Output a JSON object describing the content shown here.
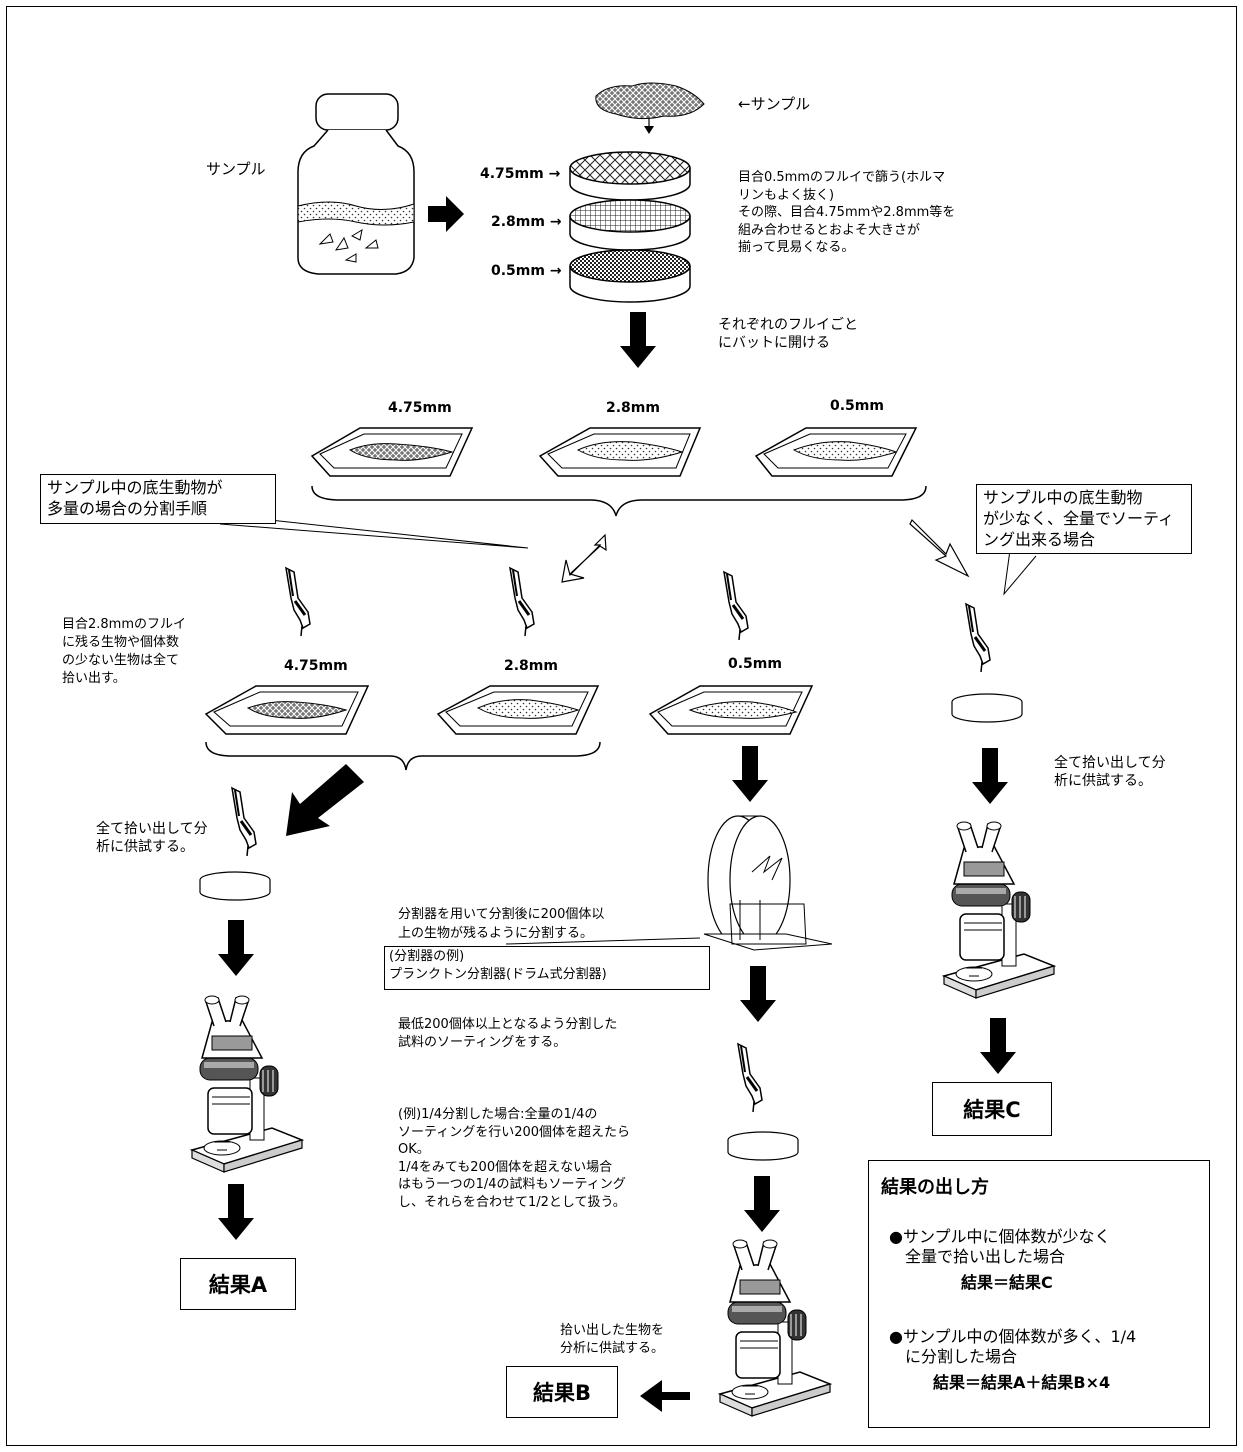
{
  "top": {
    "sample_label": "サンプル",
    "sample_arrow_label": "←サンプル",
    "sieve_sizes": [
      "4.75mm →",
      "2.8mm →",
      "0.5mm →"
    ],
    "sieve_note": "目合0.5mmのフルイで篩う(ホルマ\nリンもよく抜く)\nその際、目合4.75mmや2.8mm等を\n組み合わせるとおよそ大きさが\n揃って見易くなる。",
    "tray_note": "それぞれのフルイごと\nにバットに開ける"
  },
  "trays_row1": [
    "4.75mm",
    "2.8mm",
    "0.5mm"
  ],
  "callouts": {
    "many": "サンプル中の底生動物が\n多量の場合の分割手順",
    "few": "サンプル中の底生動物\nが少なく、全量でソーティ\nング出来る場合"
  },
  "trays_row2": [
    "4.75mm",
    "2.8mm",
    "0.5mm"
  ],
  "notes": {
    "pick_large": "目合2.8mmのフルイ\nに残る生物や個体数\nの少ない生物は全て\n拾い出す。",
    "pick_all_a": "全て拾い出して分\n析に供試する。",
    "pick_all_c": "全て拾い出して分\n析に供試する。",
    "splitter": "分割器を用いて分割後に200個体以\n上の生物が残るように分割する。",
    "splitter_example": "(分割器の例)\nプランクトン分割器(ドラム式分割器)",
    "min200": "最低200個体以上となるよう分割した\n試料のソーティングをする。",
    "example": "(例)1/4分割した場合:全量の1/4の\nソーティングを行い200個体を超えたら\nOK。\n1/4をみても200個体を超えない場合\nはもう一つの1/4の試料もソーティング\nし、それらを合わせて1/2として扱う。",
    "pick_b": "拾い出した生物を\n分析に供試する。"
  },
  "results": {
    "a": "結果A",
    "b": "結果B",
    "c": "結果C"
  },
  "summary": {
    "title": "結果の出し方",
    "item1": "●サンプル中に個体数が少なく\n　全量で拾い出した場合",
    "formula1": "結果＝結果C",
    "item2": "●サンプル中の個体数が多く、1/4\n　に分割した場合",
    "formula2": "結果＝結果A＋結果B×4"
  }
}
